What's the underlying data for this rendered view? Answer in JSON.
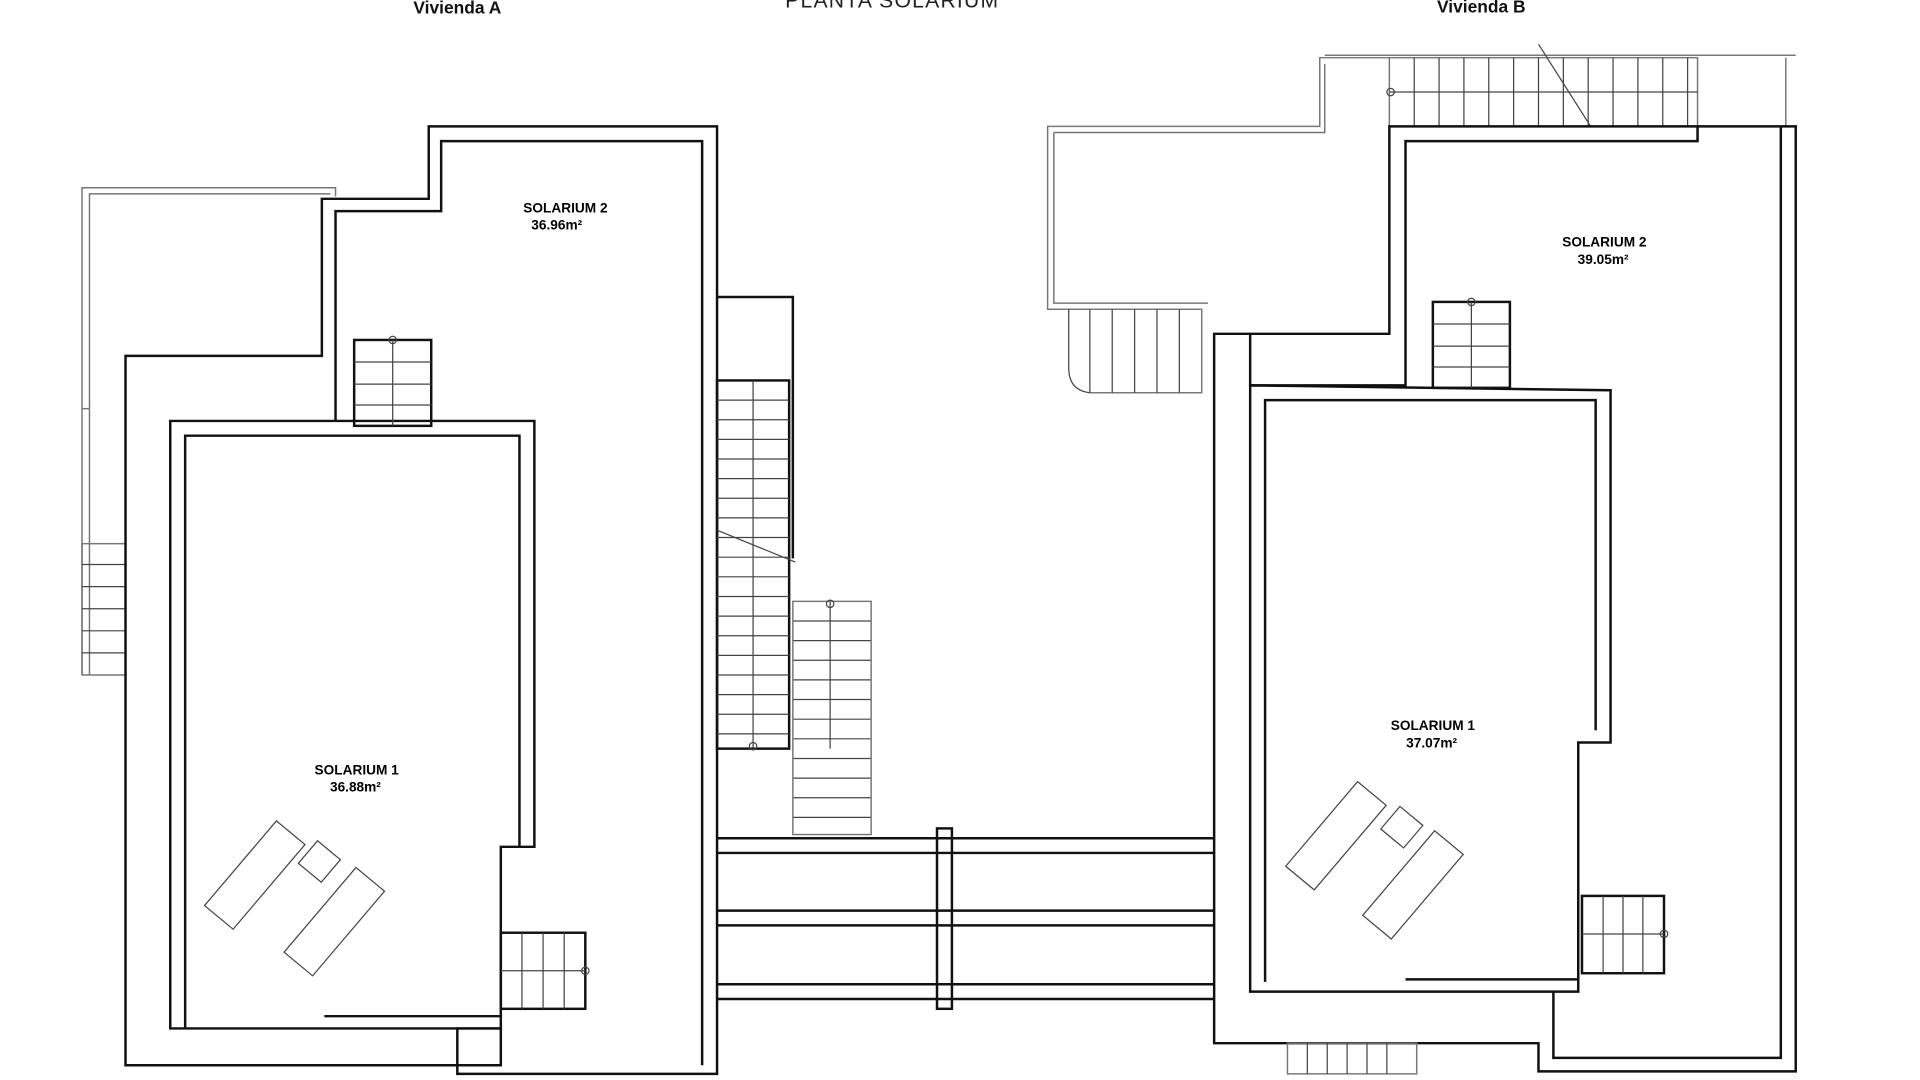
{
  "title": "PLANTA SOLARIUM",
  "houses": [
    {
      "name": "Vivienda A",
      "rooms": [
        {
          "label": "SOLARIUM 2",
          "area": "36.96m²"
        },
        {
          "label": "SOLARIUM 1",
          "area": "36.88m²"
        }
      ]
    },
    {
      "name": "Vivienda B",
      "rooms": [
        {
          "label": "SOLARIUM 2",
          "area": "39.05m²"
        },
        {
          "label": "SOLARIUM 1",
          "area": "37.07m²"
        }
      ]
    }
  ]
}
